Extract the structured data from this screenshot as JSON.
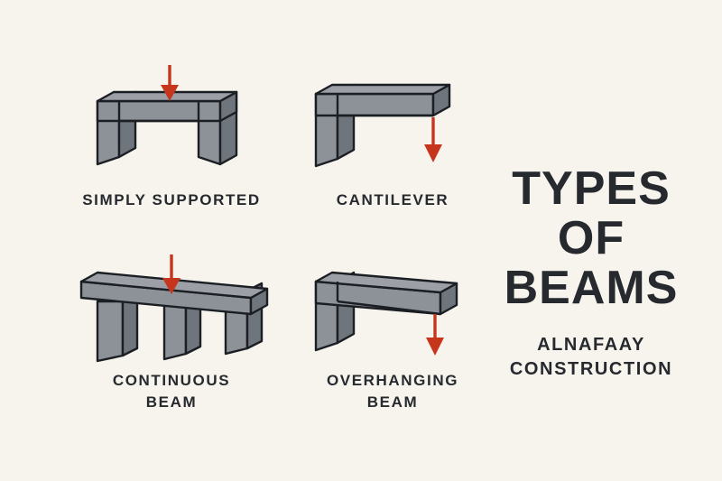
{
  "background_color": "#f7f4ee",
  "colors": {
    "background": "#f7f4ee",
    "beam_top_face": "#9ca0a6",
    "beam_front_face": "#8d9298",
    "beam_end_face": "#6f757c",
    "outline": "#1b1f24",
    "arrow": "#c5361d",
    "text": "#26292e"
  },
  "title": {
    "line1": "Types",
    "line2": "Of",
    "line3": "Beams"
  },
  "subtitle": {
    "line1": "Alnafaay",
    "line2": "Construction"
  },
  "diagrams": [
    {
      "id": "simply-supported",
      "label": "Simply Supported",
      "arrow": "down-arrow-icon",
      "arrow_position": "top-center",
      "supports": 2
    },
    {
      "id": "cantilever",
      "label": "Cantilever",
      "arrow": "down-arrow-icon",
      "arrow_position": "free-end-right",
      "supports": 1
    },
    {
      "id": "continuous",
      "label": "Continuous\nBeam",
      "arrow": "down-arrow-icon",
      "arrow_position": "top-center",
      "supports": 3
    },
    {
      "id": "overhanging",
      "label": "Overhanging\nBeam",
      "arrow": "down-arrow-icon",
      "arrow_position": "free-end-right",
      "supports": 1
    }
  ]
}
